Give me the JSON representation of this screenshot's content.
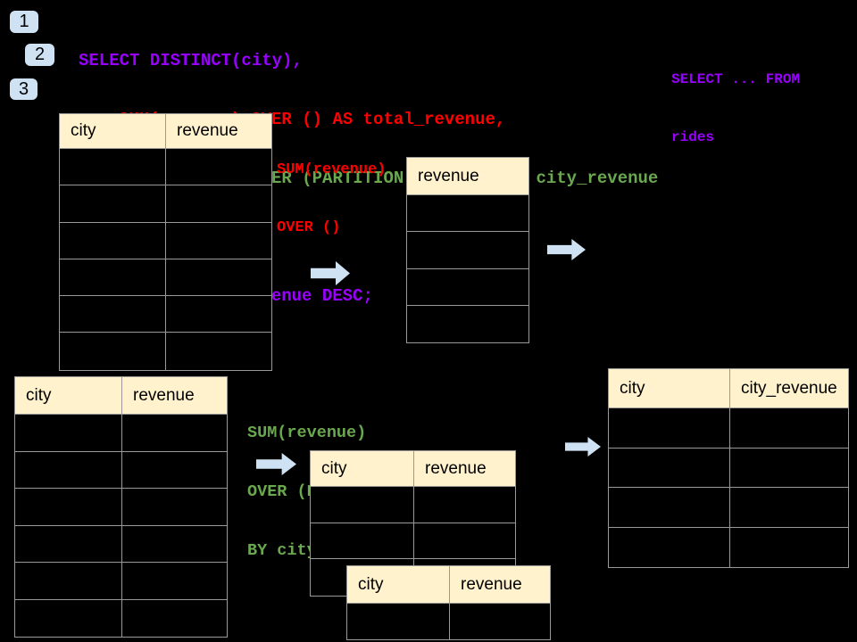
{
  "colors": {
    "background": "#000000",
    "keyword_purple": "#9900ff",
    "total_red": "#ff0000",
    "partition_green": "#6aa84f",
    "table_header_fill": "#fff2cc",
    "table_border": "#999999",
    "arrow_blue": "#cfe2f3",
    "badge_fill": "#cfe2f3"
  },
  "badges": [
    {
      "label": "1"
    },
    {
      "label": "2"
    },
    {
      "label": "3"
    }
  ],
  "sql": {
    "lines": [
      {
        "text": "SELECT DISTINCT(city),",
        "color": "#9900ff"
      },
      {
        "text": "SUM(revenue) OVER () AS total_revenue,",
        "color": "#ff0000"
      },
      {
        "text": "SUM(revenue) OVER (PARTITION BY city) as city_revenue",
        "color": "#6aa84f"
      },
      {
        "text": "FROM rides",
        "color": "#9900ff"
      },
      {
        "text": "ORDER by city_revenue DESC;",
        "color": "#9900ff"
      }
    ]
  },
  "side_note": {
    "lines": [
      "SELECT ... FROM",
      "rides"
    ]
  },
  "annotations": {
    "total_label": {
      "lines": [
        "SUM(revenue)",
        "OVER ()"
      ],
      "color": "#ff0000"
    },
    "partition_label": {
      "lines": [
        "SUM(revenue)",
        "OVER (PARTITION",
        "BY city)"
      ],
      "color": "#6aa84f"
    }
  },
  "tables": {
    "source_top": {
      "headers": [
        "city",
        "revenue"
      ],
      "body_rows": 6
    },
    "total_result": {
      "headers": [
        "revenue"
      ],
      "body_rows": 4
    },
    "source_bottom": {
      "headers": [
        "city",
        "revenue"
      ],
      "body_rows": 6
    },
    "partition_mid": {
      "headers": [
        "city",
        "revenue"
      ],
      "body_rows": 3
    },
    "partition_overlay": {
      "headers": [
        "city",
        "revenue"
      ],
      "body_rows": 1
    },
    "city_revenue_result": {
      "headers": [
        "city",
        "city_revenue"
      ],
      "body_rows": 4
    }
  }
}
